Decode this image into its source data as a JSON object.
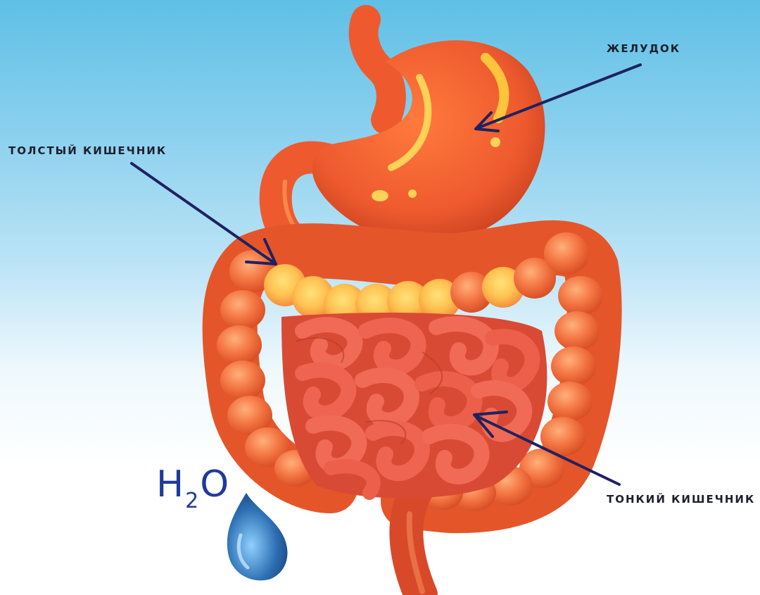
{
  "labels": {
    "stomach": "ЖЕЛУДОК",
    "large_intestine": "ТОЛСТЫЙ КИШЕЧНИК",
    "small_intestine": "ТОНКИЙ КИШЕЧНИК"
  },
  "water": {
    "prefix": "H",
    "subscript": "2",
    "suffix": "O"
  },
  "colors": {
    "background_top": "#5fc0e6",
    "organ_fill": "#ee5a2e",
    "organ_dark": "#c8401f",
    "organ_highlight": "#ffd257",
    "small_intestine": "#e0523f",
    "arrow": "#1f2260",
    "water_drop": "#2d6fb3"
  },
  "icons": [
    "stomach-illustration",
    "large-intestine-illustration",
    "small-intestine-illustration",
    "water-drop-icon"
  ]
}
